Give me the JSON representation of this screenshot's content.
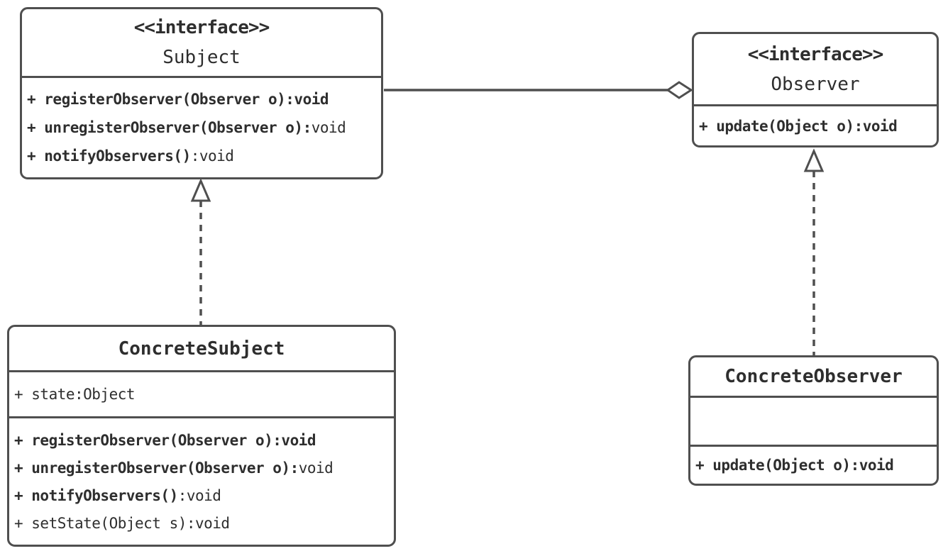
{
  "diagram": {
    "kind": "uml-class-diagram",
    "pattern": "Observer"
  },
  "colors": {
    "line": "#4f4f4f",
    "text": "#2e2e2e",
    "background": "#ffffff"
  },
  "classes": {
    "subject": {
      "stereotype": "<<interface>>",
      "name": "Subject",
      "attributes": [],
      "methods": [
        {
          "bold": "+ registerObserver(Observer o):void",
          "regular": ""
        },
        {
          "bold": "+ unregisterObserver(Observer o):",
          "regular": "void"
        },
        {
          "bold": "+ notifyObservers()",
          "regular": ":void"
        }
      ]
    },
    "observer": {
      "stereotype": "<<interface>>",
      "name": "Observer",
      "attributes": [],
      "methods": [
        {
          "bold": "+ update(Object o):void",
          "regular": ""
        }
      ]
    },
    "concrete_subject": {
      "stereotype": "",
      "name": "ConcreteSubject",
      "attributes": [
        {
          "bold": "",
          "regular": "+ state:Object"
        }
      ],
      "methods": [
        {
          "bold": "+ registerObserver(Observer o):void",
          "regular": ""
        },
        {
          "bold": "+ unregisterObserver(Observer o):",
          "regular": "void"
        },
        {
          "bold": "+ notifyObservers()",
          "regular": ":void"
        },
        {
          "bold": "",
          "regular": "+ setState(Object s):void"
        }
      ]
    },
    "concrete_observer": {
      "stereotype": "",
      "name": "ConcreteObserver",
      "attributes": [],
      "methods": [
        {
          "bold": "+ update(Object o):void",
          "regular": ""
        }
      ]
    }
  },
  "relationships": [
    {
      "from": "Subject",
      "to": "Observer",
      "type": "aggregation",
      "line": "solid",
      "marker": "open-diamond"
    },
    {
      "from": "ConcreteSubject",
      "to": "Subject",
      "type": "realization",
      "line": "dashed",
      "marker": "open-triangle"
    },
    {
      "from": "ConcreteObserver",
      "to": "Observer",
      "type": "realization",
      "line": "dashed",
      "marker": "open-triangle"
    }
  ]
}
